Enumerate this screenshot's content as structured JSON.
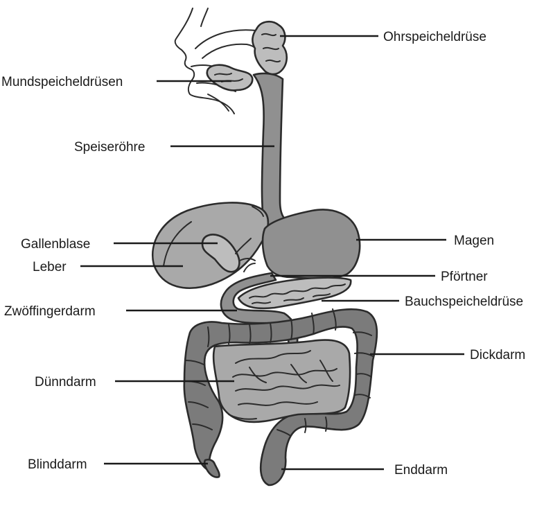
{
  "labels": {
    "ohrspeicheldruese": "Ohrspeicheldrüse",
    "mundspeicheldruesen": "Mundspeicheldrüsen",
    "speiseroehre": "Speiseröhre",
    "gallenblase": "Gallenblase",
    "leber": "Leber",
    "magen": "Magen",
    "pfoertner": "Pförtner",
    "zwoelffingerdarm": "Zwöffingerdarm",
    "bauchspeicheldruese": "Bauchspeicheldrüse",
    "dickdarm": "Dickdarm",
    "duenndarm": "Dünndarm",
    "blinddarm": "Blinddarm",
    "enddarm": "Enddarm"
  },
  "colors": {
    "organ_dark": "#7b7b7b",
    "organ_mid": "#909090",
    "organ_light": "#a9a9a9",
    "gland": "#bdbdbd",
    "outline": "#2b2b2b",
    "text": "#1a1a1a"
  }
}
